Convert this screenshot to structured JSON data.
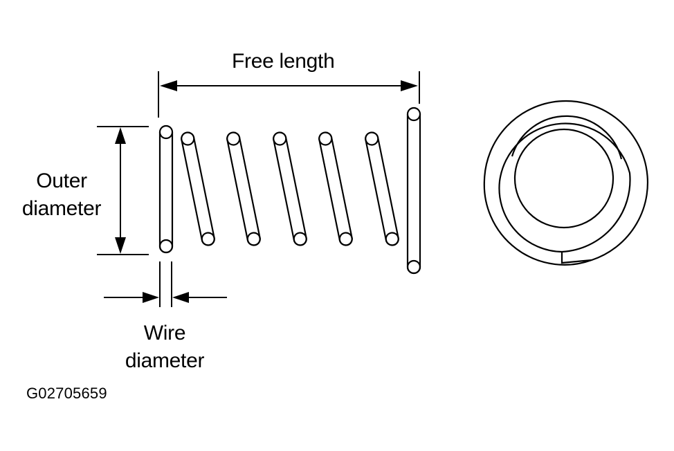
{
  "labels": {
    "free_length": "Free length",
    "outer_diameter_line1": "Outer",
    "outer_diameter_line2": "diameter",
    "wire_diameter_line1": "Wire",
    "wire_diameter_line2": "diameter",
    "figure_code": "G02705659"
  },
  "colors": {
    "ink": "#000000",
    "background": "#ffffff"
  }
}
